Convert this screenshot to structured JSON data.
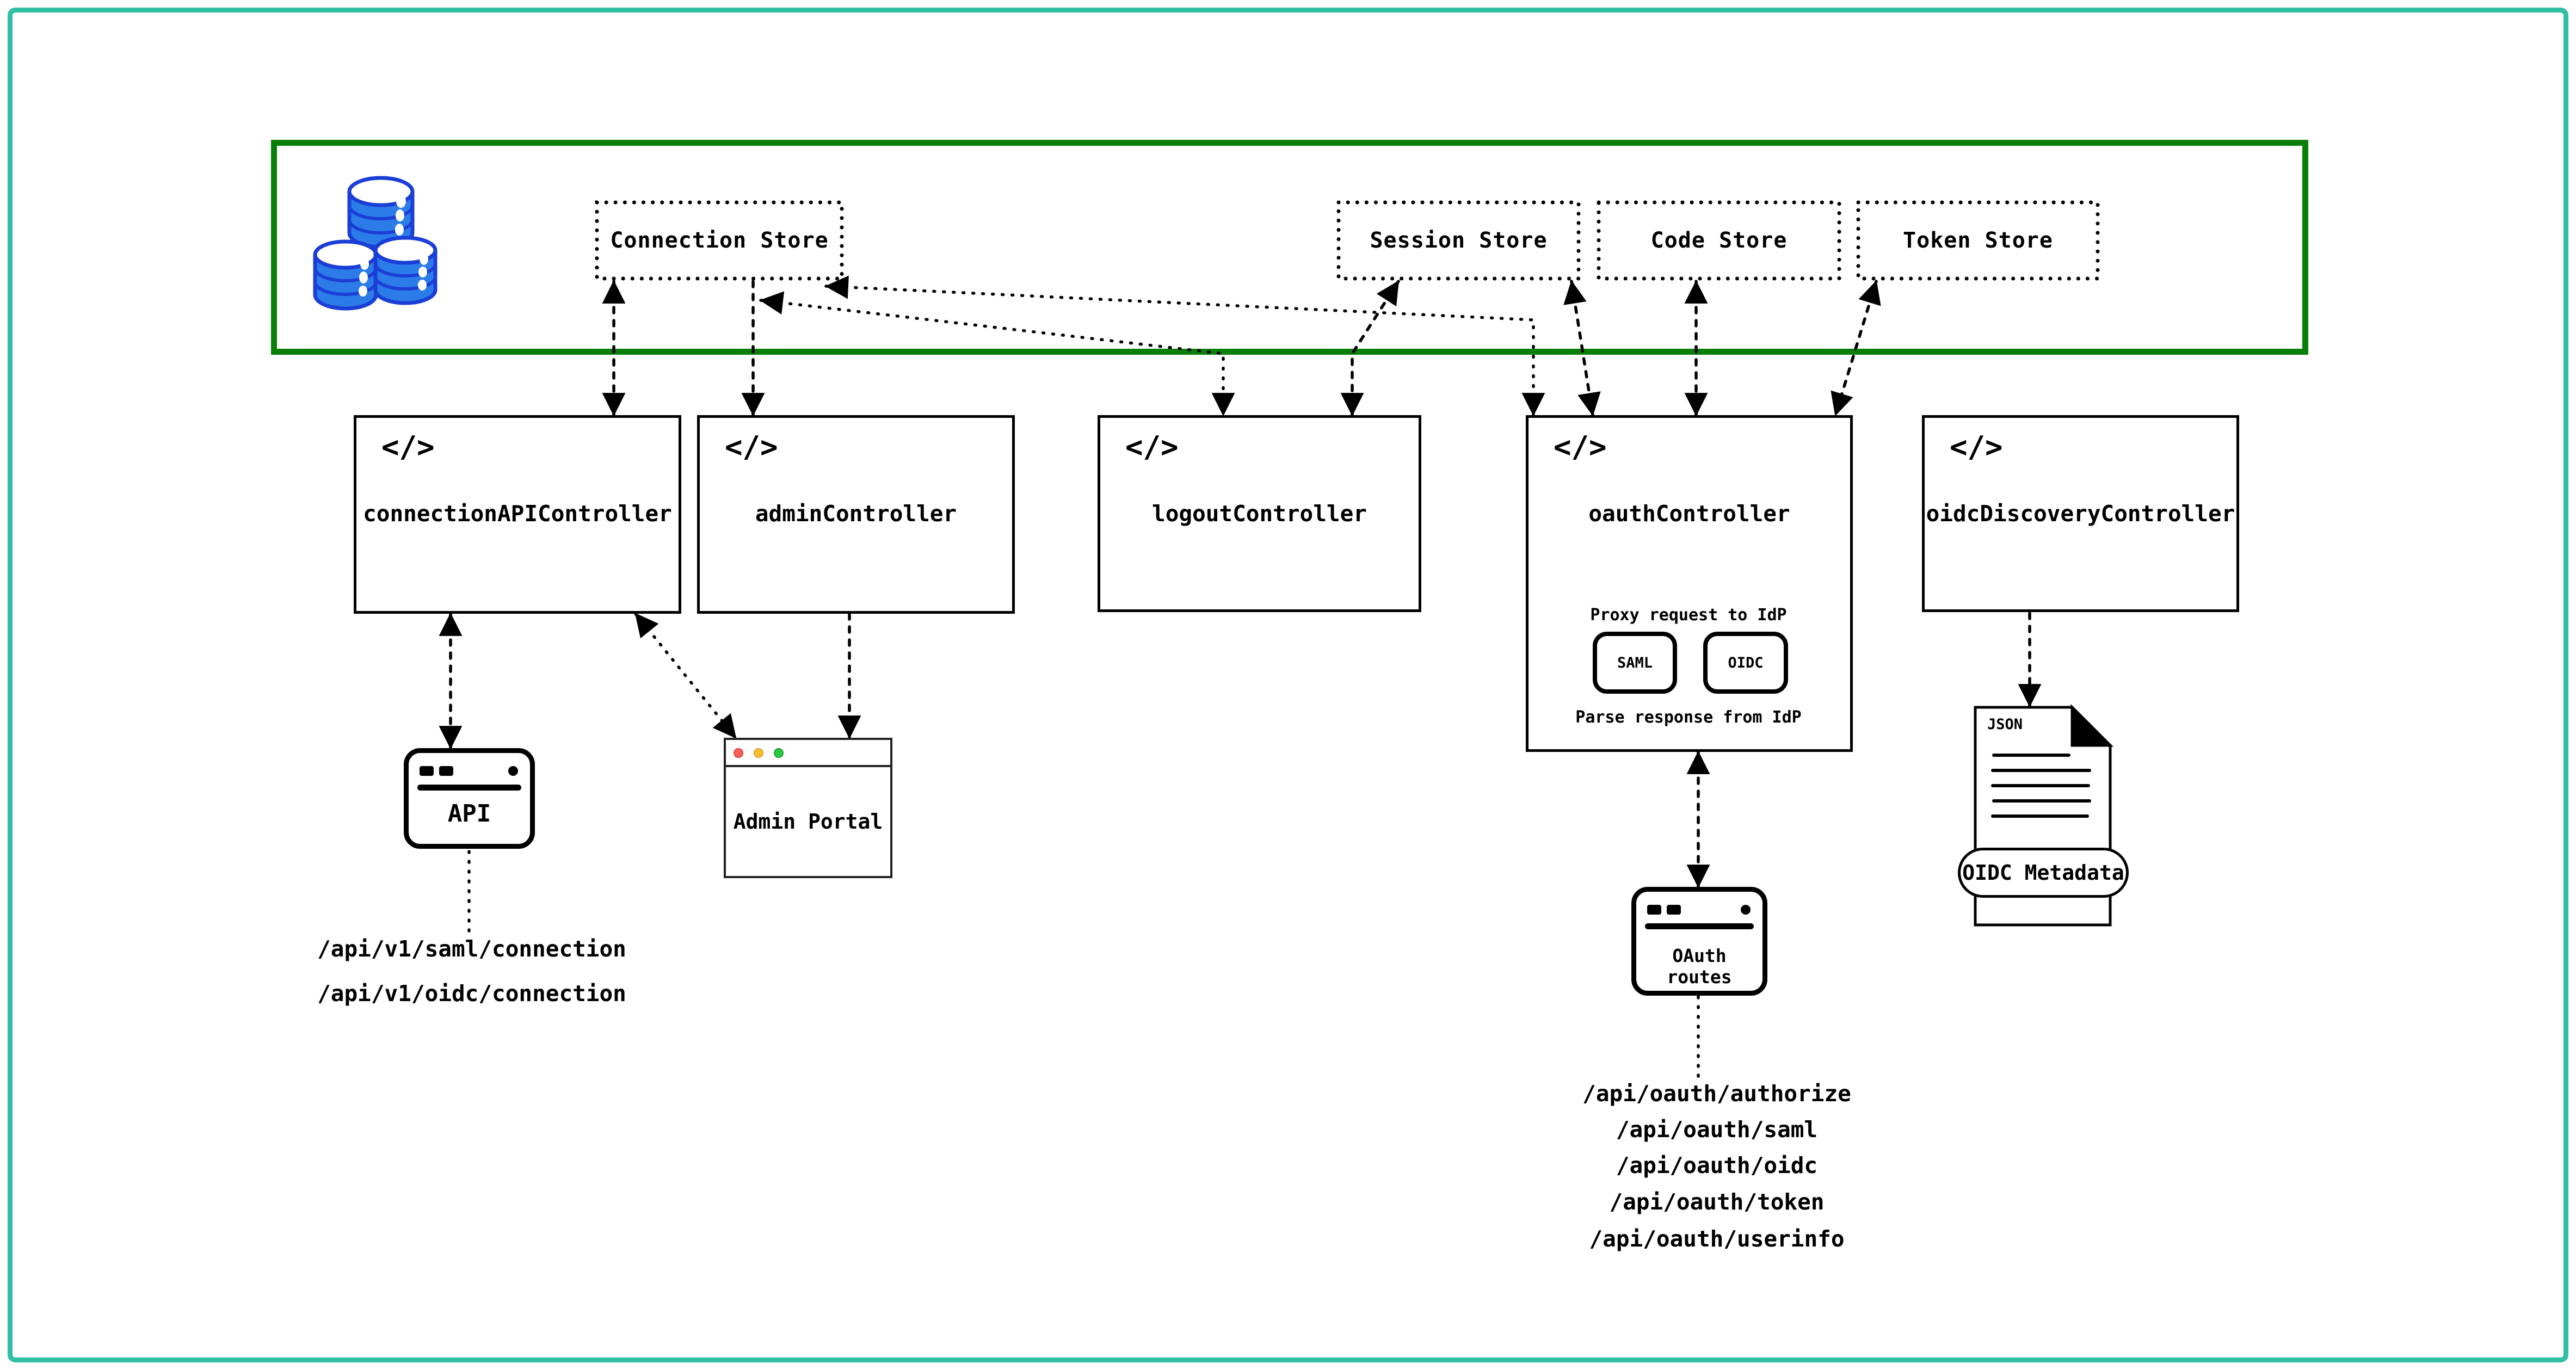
{
  "diagram": {
    "data_layer": {
      "stores": [
        {
          "label": "Connection Store"
        },
        {
          "label": "Session Store"
        },
        {
          "label": "Code Store"
        },
        {
          "label": "Token Store"
        }
      ]
    },
    "controllers": [
      {
        "label": "connectionAPIController"
      },
      {
        "label": "adminController"
      },
      {
        "label": "logoutController"
      },
      {
        "label": "oauthController"
      },
      {
        "label": "oidcDiscoveryController"
      }
    ],
    "code_icon_glyph": "</>",
    "oauth_detail": {
      "proxy_label": "Proxy request to IdP",
      "saml_label": "SAML",
      "oidc_label": "OIDC",
      "parse_label": "Parse response from IdP"
    },
    "api_client": {
      "label": "API",
      "routes": [
        "/api/v1/saml/connection",
        "/api/v1/oidc/connection"
      ]
    },
    "admin_portal": {
      "label": "Admin Portal"
    },
    "oauth_client": {
      "label": "OAuth routes",
      "routes": [
        "/api/oauth/authorize",
        "/api/oauth/saml",
        "/api/oauth/oidc",
        "/api/oauth/token",
        "/api/oauth/userinfo"
      ]
    },
    "oidc_metadata": {
      "file_type": "JSON",
      "label": "OIDC Metadata"
    },
    "colors": {
      "page_border": "#2fbfa4",
      "data_layer_border": "#087f08",
      "db_fill": "#2b7ce9",
      "db_stroke": "#1b3ed6",
      "line": "#000000",
      "traffic_red": "#ff5f57",
      "traffic_yellow": "#febc2e",
      "traffic_green": "#28c840"
    }
  }
}
